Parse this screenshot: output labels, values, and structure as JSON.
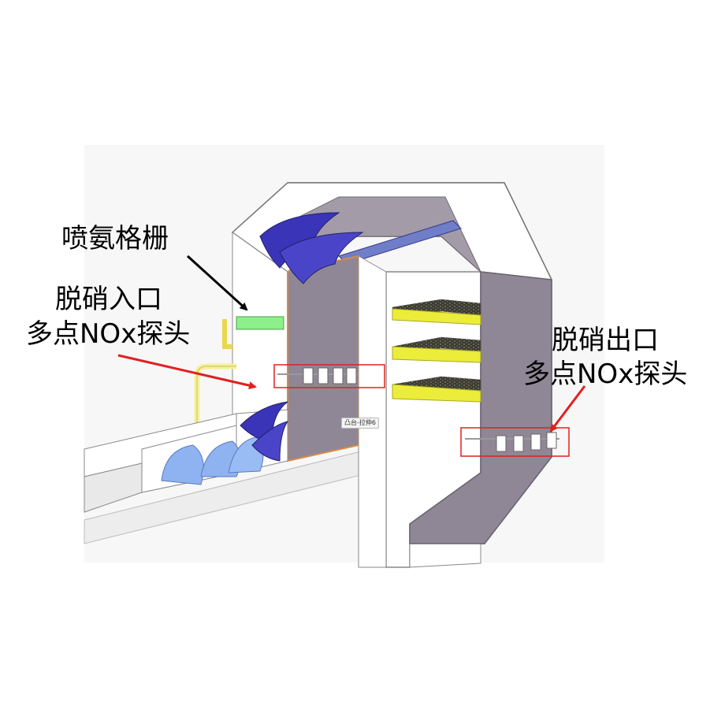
{
  "labels": {
    "ammonia_grid": "喷氨格栅",
    "inlet_line1": "脱硝入口",
    "inlet_line2": "多点NOx探头",
    "outlet_line1": "脱硝出口",
    "outlet_line2": "多点NOx探头",
    "feature_tag": "凸台-拉伸6"
  },
  "colors": {
    "shell_face": "#8f8796",
    "inner_white": "#ffffff",
    "vane_blue": "#3a34b8",
    "light_blue": "#8fb3f0",
    "catalyst_yellow": "#ecec3a",
    "ammonia_green": "#8ef08a",
    "pipe_yellow": "#f4f19a",
    "arrow_red": "#e02020",
    "box_red": "#e02020",
    "arrow_black": "#000000"
  }
}
